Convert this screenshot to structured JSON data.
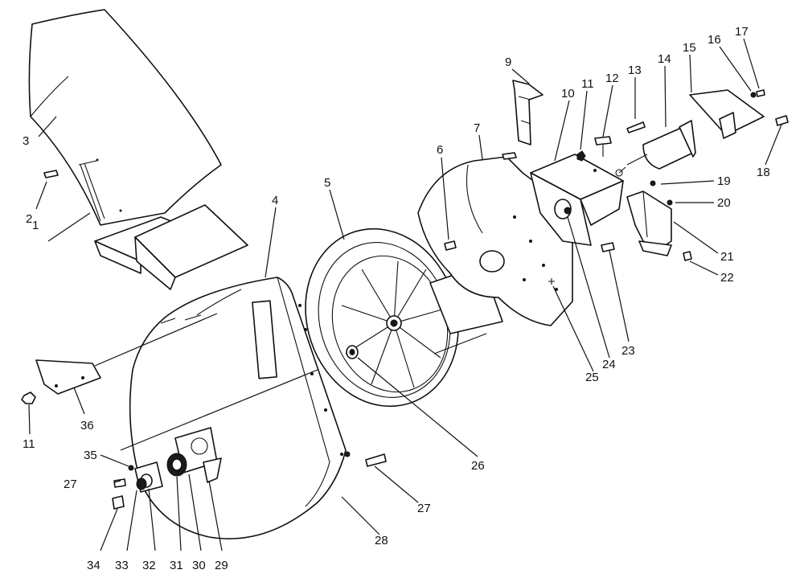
{
  "diagram": {
    "callouts": [
      {
        "id": "c1",
        "text": "1"
      },
      {
        "id": "c2",
        "text": "2"
      },
      {
        "id": "c3",
        "text": "3"
      },
      {
        "id": "c4",
        "text": "4"
      },
      {
        "id": "c5",
        "text": "5"
      },
      {
        "id": "c6",
        "text": "6"
      },
      {
        "id": "c7",
        "text": "7"
      },
      {
        "id": "c9",
        "text": "9"
      },
      {
        "id": "c10",
        "text": "10"
      },
      {
        "id": "c11a",
        "text": "11"
      },
      {
        "id": "c11b",
        "text": "11"
      },
      {
        "id": "c12",
        "text": "12"
      },
      {
        "id": "c13",
        "text": "13"
      },
      {
        "id": "c14",
        "text": "14"
      },
      {
        "id": "c15",
        "text": "15"
      },
      {
        "id": "c16",
        "text": "16"
      },
      {
        "id": "c17",
        "text": "17"
      },
      {
        "id": "c18",
        "text": "18"
      },
      {
        "id": "c19",
        "text": "19"
      },
      {
        "id": "c20",
        "text": "20"
      },
      {
        "id": "c21",
        "text": "21"
      },
      {
        "id": "c22",
        "text": "22"
      },
      {
        "id": "c23",
        "text": "23"
      },
      {
        "id": "c24",
        "text": "24"
      },
      {
        "id": "c25",
        "text": "25"
      },
      {
        "id": "c26",
        "text": "26"
      },
      {
        "id": "c27a",
        "text": "27"
      },
      {
        "id": "c27b",
        "text": "27"
      },
      {
        "id": "c28",
        "text": "28"
      },
      {
        "id": "c29",
        "text": "29"
      },
      {
        "id": "c30",
        "text": "30"
      },
      {
        "id": "c31",
        "text": "31"
      },
      {
        "id": "c32",
        "text": "32"
      },
      {
        "id": "c33",
        "text": "33"
      },
      {
        "id": "c34",
        "text": "34"
      },
      {
        "id": "c35",
        "text": "35"
      },
      {
        "id": "c36",
        "text": "36"
      }
    ]
  }
}
